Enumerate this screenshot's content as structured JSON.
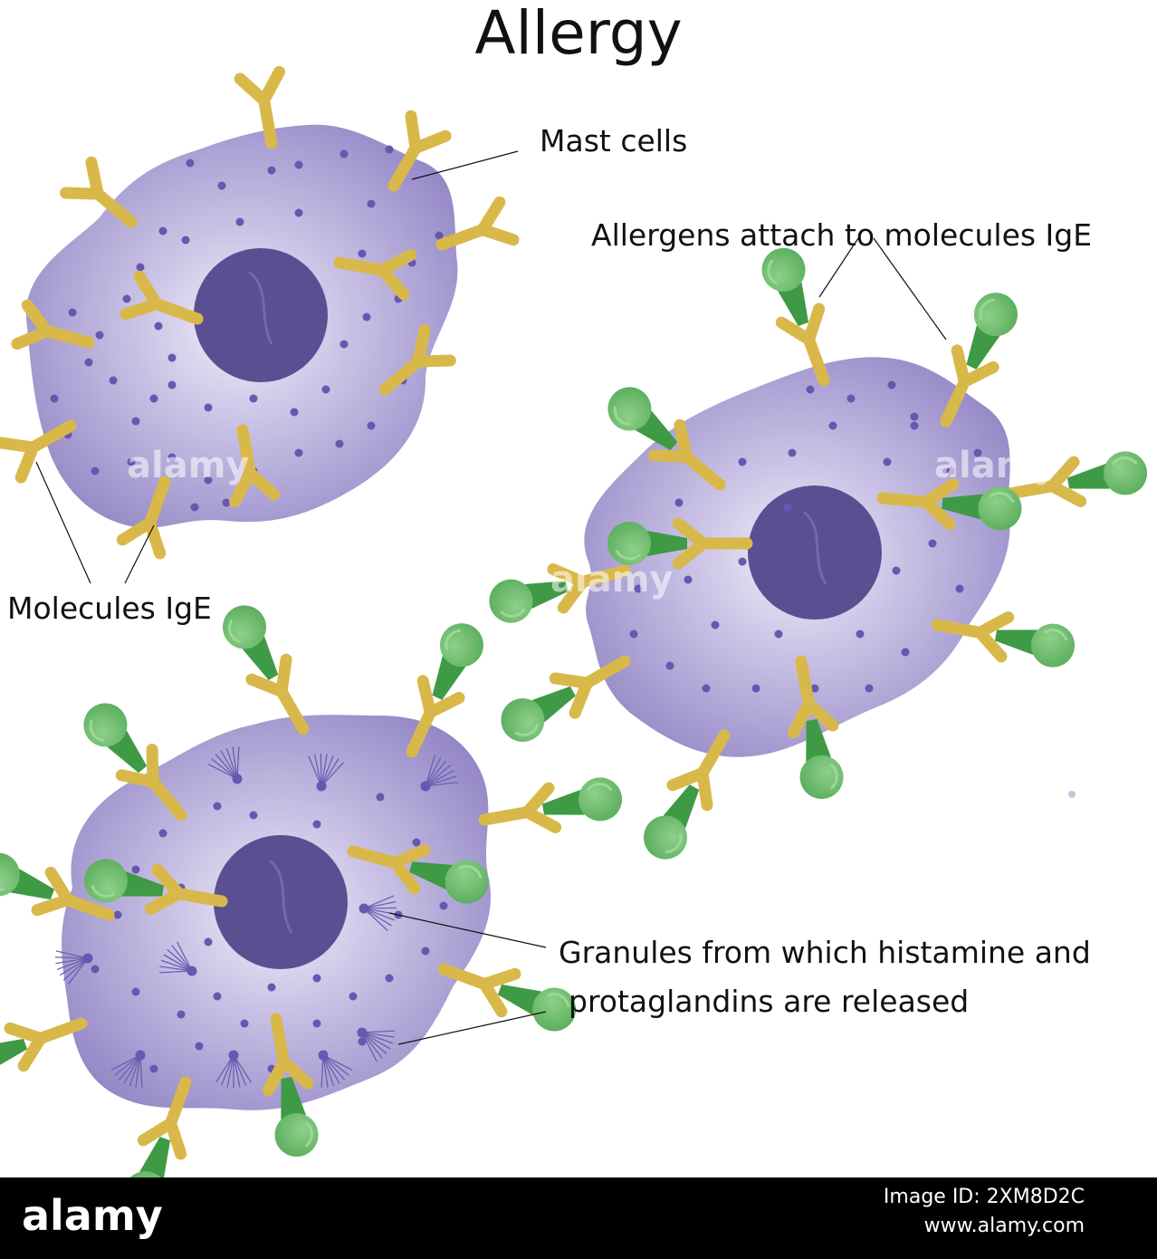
{
  "title": "Allergy",
  "labels": {
    "mast_cells": "Mast cells",
    "allergens": "Allergens attach to molecules IgE",
    "molecules_ige": "Molecules IgE",
    "granules_line1": "Granules from which histamine and",
    "granules_line2": "protaglandins are released"
  },
  "watermark": "alamy",
  "footer": {
    "brand": "alamy",
    "image_id": "Image ID: 2XM8D2C",
    "url": "www.alamy.com"
  },
  "colors": {
    "cell_edge": "#9487c6",
    "cell_center": "#f1eff8",
    "nucleus": "#5b4f92",
    "granule": "#6657b0",
    "antibody": "#d9b84a",
    "allergen_head": "#6cbb6a",
    "allergen_stem": "#3f9a45"
  }
}
